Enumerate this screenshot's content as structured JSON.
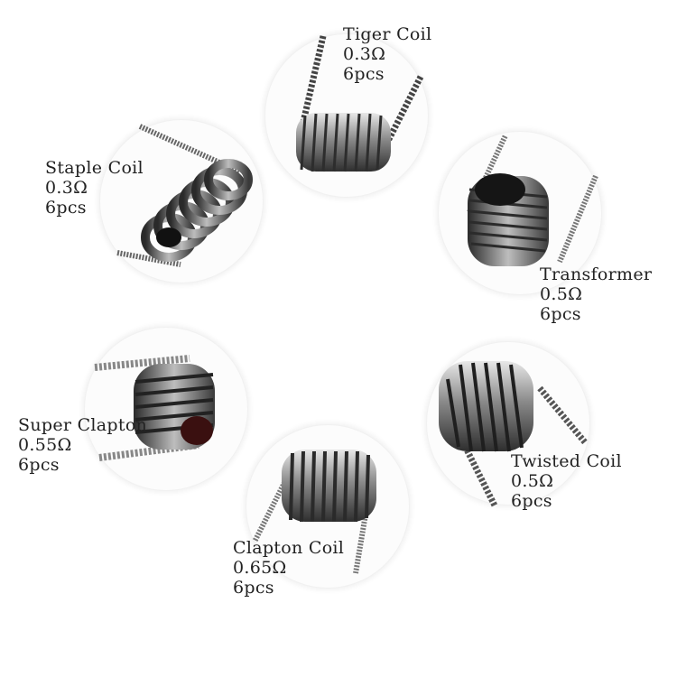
{
  "coils": [
    {
      "id": "tiger",
      "name": "Tiger Coil",
      "resistance": "0.3Ω",
      "count": "6pcs"
    },
    {
      "id": "staple",
      "name": "Staple Coil",
      "resistance": "0.3Ω",
      "count": "6pcs"
    },
    {
      "id": "transformer",
      "name": "Transformer",
      "resistance": "0.5Ω",
      "count": "6pcs"
    },
    {
      "id": "super-clapton",
      "name": "Super Clapton",
      "resistance": "0.55Ω",
      "count": "6pcs"
    },
    {
      "id": "twisted",
      "name": "Twisted Coil",
      "resistance": "0.5Ω",
      "count": "6pcs"
    },
    {
      "id": "clapton",
      "name": "Clapton Coil",
      "resistance": "0.65Ω",
      "count": "6pcs"
    }
  ],
  "colors": {
    "wire_dark": "#3a3a3a",
    "wire_mid": "#7a7a7a",
    "wire_light": "#d6d6d6",
    "text": "#222222"
  }
}
